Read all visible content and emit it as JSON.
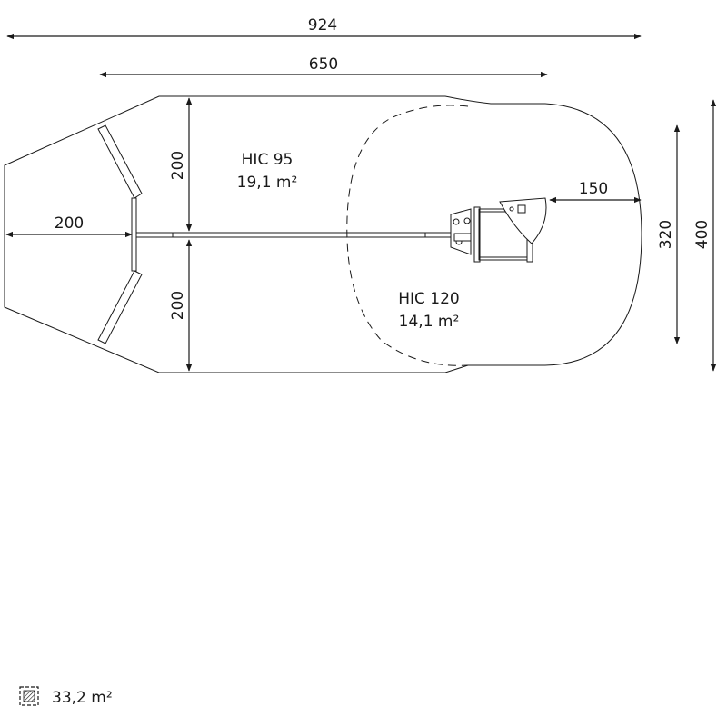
{
  "dimensions": {
    "total_length": "924",
    "inner_length": "650",
    "left_offset": "200",
    "upper_half": "200",
    "lower_half": "200",
    "right_offset": "150",
    "inner_height": "320",
    "total_height": "400"
  },
  "zones": {
    "hic_95_label": "HIC 95",
    "hic_95_area": "19,1 m²",
    "hic_120_label": "HIC 120",
    "hic_120_area": "14,1 m²"
  },
  "legend": {
    "total_area": "33,2 m²",
    "icon": "hatched-area-icon"
  }
}
